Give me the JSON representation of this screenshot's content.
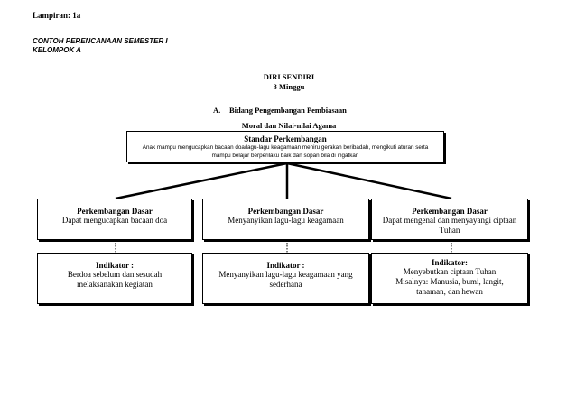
{
  "lampiran": "Lampiran: 1a",
  "contoh_line1": "CONTOH PERENCANAAN SEMESTER I",
  "contoh_line2": "KELOMPOK A",
  "theme_title": "DIRI SENDIRI",
  "theme_duration": "3 Minggu",
  "section_letter": "A.",
  "section_title": "Bidang Pengembangan Pembiasaan",
  "subsection_title": "Moral dan Nilai-nilai Agama",
  "standar": {
    "title": "Standar Perkembangan",
    "text": "Anak mampu mengucapkan bacaan doa/lagu-lagu keagamaan meniru gerakan beribadah, mengikuti aturan serta mampu belajar berperilaku baik dan sopan bila di ingatkan"
  },
  "columns": [
    {
      "dasar_title": "Perkembangan Dasar",
      "dasar_text": "Dapat mengucapkan bacaan doa",
      "indikator_title": "Indikator :",
      "indikator_text": "Berdoa sebelum dan sesudah melaksanakan kegiatan"
    },
    {
      "dasar_title": "Perkembangan Dasar",
      "dasar_text": "Menyanyikan lagu-lagu keagamaan",
      "indikator_title": "Indikator :",
      "indikator_text": "Menyanyikan lagu-lagu keagamaan yang sederhana"
    },
    {
      "dasar_title": "Perkembangan Dasar",
      "dasar_text": "Dapat mengenal dan menyayangi ciptaan Tuhan",
      "indikator_title": "Indikator:",
      "indikator_text": "Menyebutkan ciptaan Tuhan Misalnya: Manusia, bumi, langit, tanaman, dan hewan"
    }
  ]
}
